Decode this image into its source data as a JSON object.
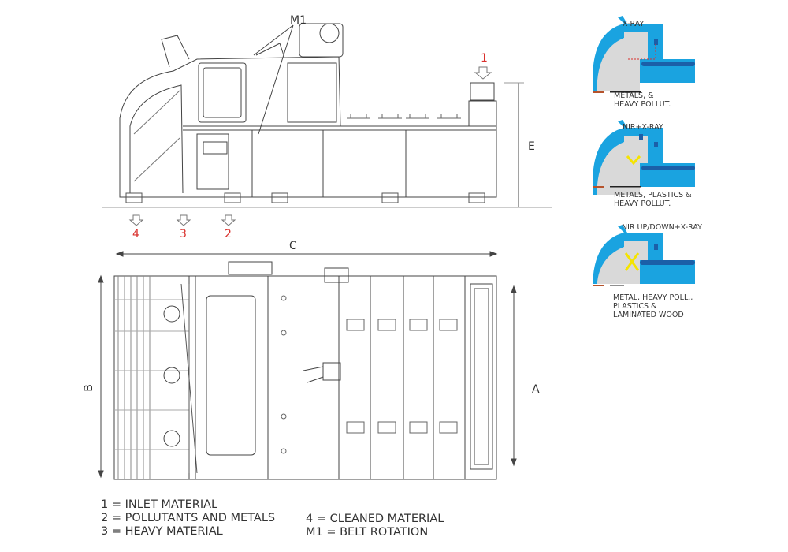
{
  "labels": {
    "m1": "M1",
    "inlet_number": "1",
    "outlets": [
      "4",
      "3",
      "2"
    ],
    "dim_a": "A",
    "dim_b": "B",
    "dim_c": "C",
    "dim_e": "E"
  },
  "variants": [
    {
      "title": "X-RAY",
      "caption": [
        "METALS, &",
        "HEAVY POLLUT."
      ]
    },
    {
      "title": "NIR+X-RAY",
      "caption": [
        "METALS, PLASTICS &",
        "HEAVY POLLUT."
      ]
    },
    {
      "title": "NIR UP/DOWN+X-RAY",
      "caption": [
        "METAL, HEAVY POLL.,",
        "PLASTICS &",
        "LAMINATED WOOD"
      ]
    }
  ],
  "legend": {
    "col1": [
      "1 = INLET MATERIAL",
      "2 = POLLUTANTS AND METALS",
      "3 = HEAVY MATERIAL"
    ],
    "col2": [
      "4 = CLEANED MATERIAL",
      "M1 = BELT ROTATION"
    ]
  },
  "colors": {
    "accent_red": "#d9302c",
    "blue": "#1aa3e0",
    "dark_blue": "#1b5fa8",
    "gray_fill": "#d9d9d9",
    "yellow": "#f5e400"
  }
}
